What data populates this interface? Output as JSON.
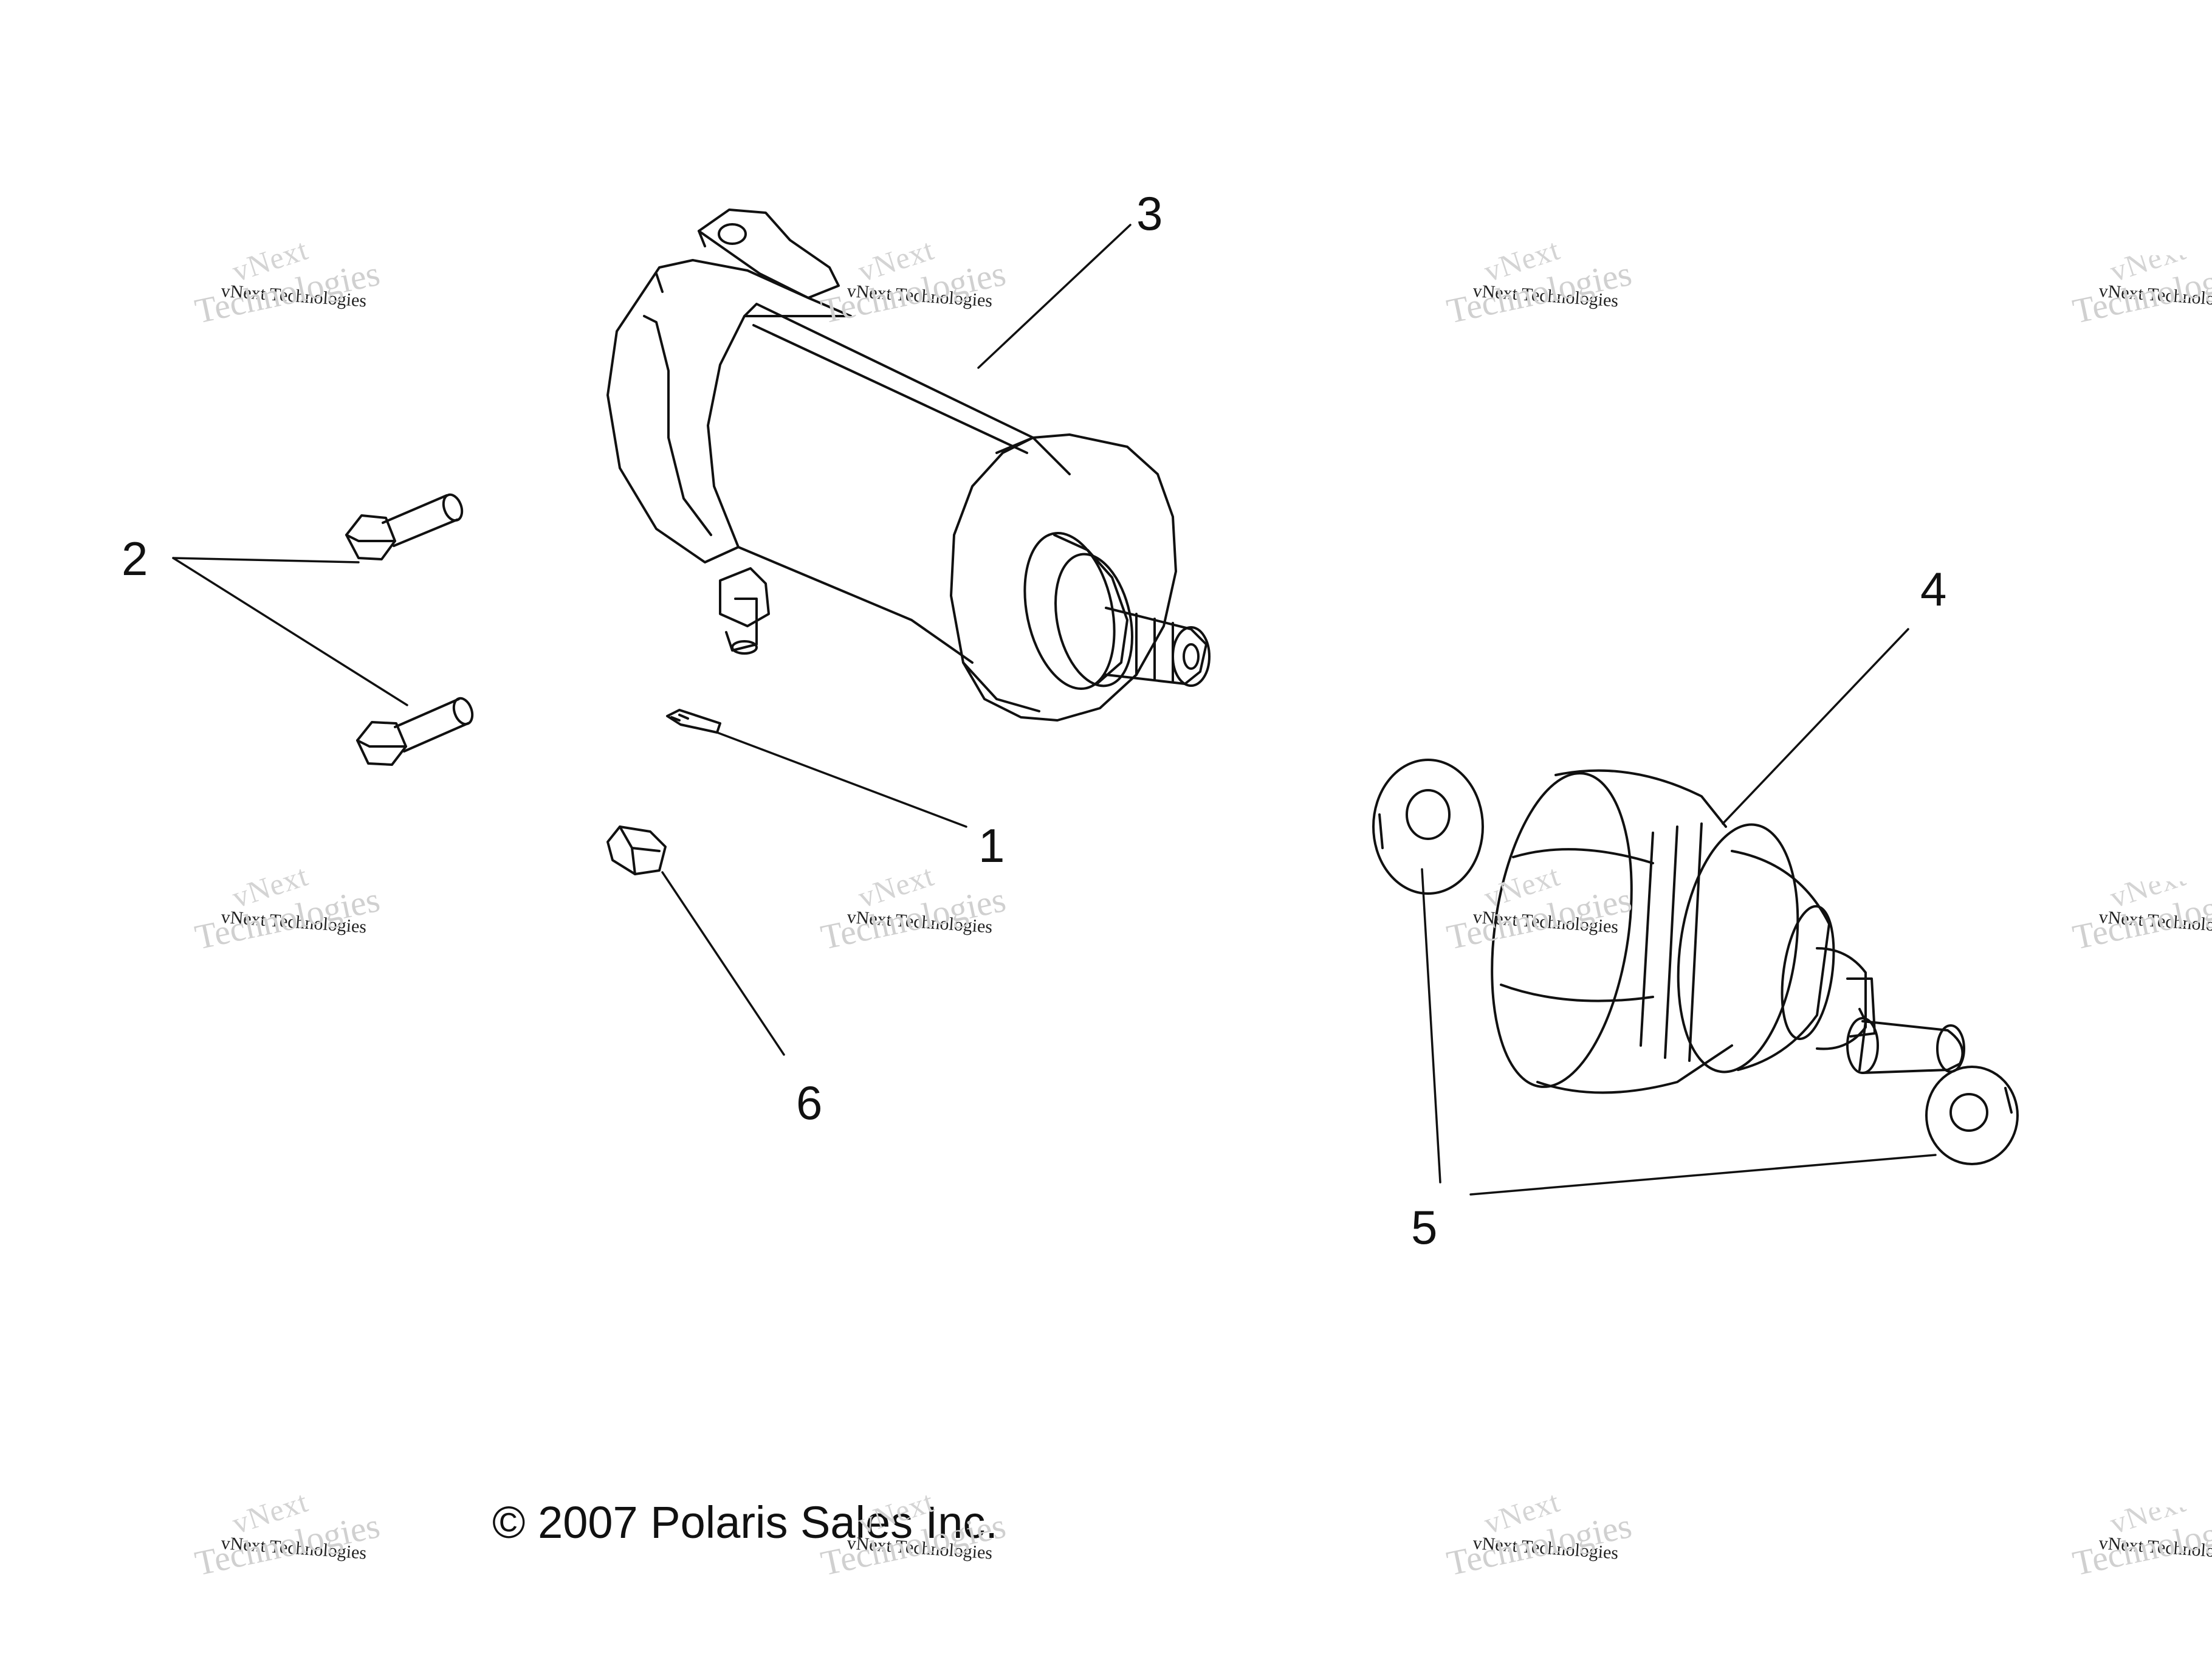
{
  "callouts": [
    {
      "id": "1",
      "label": "1"
    },
    {
      "id": "2",
      "label": "2"
    },
    {
      "id": "3",
      "label": "3"
    },
    {
      "id": "4",
      "label": "4"
    },
    {
      "id": "5",
      "label": "5"
    },
    {
      "id": "6",
      "label": "6"
    }
  ],
  "copyright": "© 2007 Polaris Sales Inc.",
  "watermark": {
    "line_a": "vNext",
    "line_b": "vNext Technologies",
    "line_c": "Technologies"
  },
  "colors": {
    "line": "#111111",
    "background": "#ffffff",
    "watermark_faint": "#d0d0d0"
  }
}
